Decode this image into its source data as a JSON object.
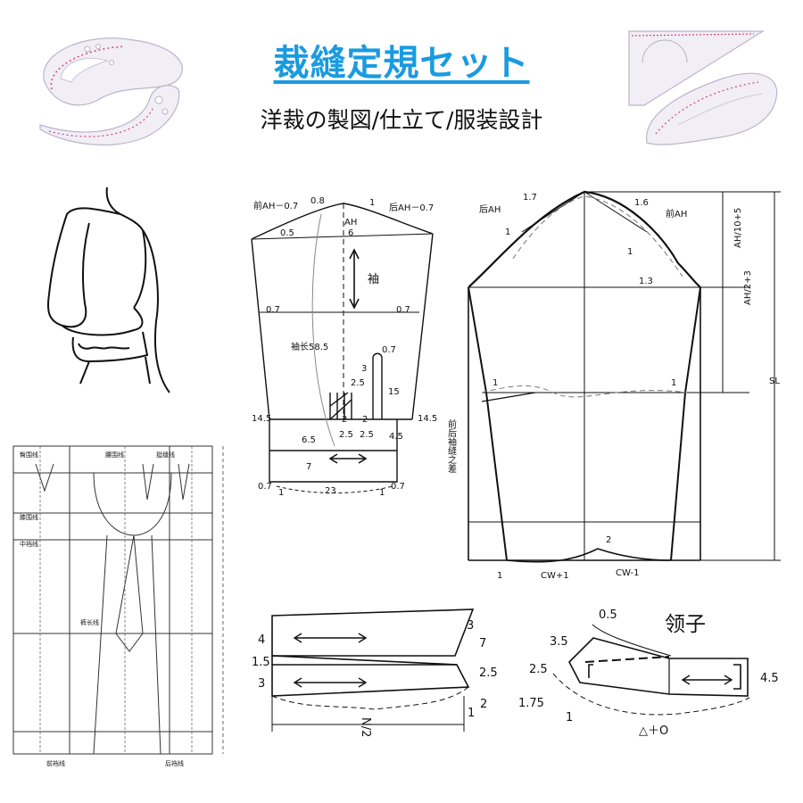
{
  "header": {
    "title": "裁縫定規セット",
    "subtitle": "洋裁の製図/仕立て/服装設計"
  },
  "sleeve_pattern": {
    "front_ah": "前AH－0.7",
    "back_ah": "后AH－0.7",
    "v_08": "0.8",
    "v_1": "1",
    "ah_marker": "AH",
    "v_6": "6",
    "v_05": "0.5",
    "sleeve_char": "袖",
    "left_07": "0.7",
    "right_07": "0.7",
    "sleeve_len": "袖长58.5",
    "p_07": "0.7",
    "p_3": "3",
    "p_25": "2.5",
    "p_15": "15",
    "l_145": "14.5",
    "r_145": "14.5",
    "p_2a": "2",
    "p_2b": "2",
    "c_25a": "2.5",
    "c_25b": "2.5",
    "c_45": "4.5",
    "c_65": "6.5",
    "c_7": "7",
    "b_07l": "0.7",
    "b_1l": "1",
    "b_23": "23",
    "b_1r": "1",
    "b_07r": "0.7"
  },
  "sleeve_draft": {
    "back_ah": "后AH",
    "front_ah": "前AH",
    "v_17": "1.7",
    "v_16": "1.6",
    "v_1a": "1",
    "v_1b": "1",
    "v_13": "1.3",
    "f1": "AH/10+5",
    "f2": "AH/2+3",
    "sl": "SL",
    "s_1l": "1",
    "s_1r": "1",
    "diff_note": "前后袖缝之差",
    "b_1": "1",
    "b_2": "2",
    "cw1": "CW+1",
    "cw2": "CW-1"
  },
  "cuff": {
    "l_4": "4",
    "l_15": "1.5",
    "l_3": "3",
    "r_3": "3",
    "r_7": "7",
    "r_25": "2.5",
    "r_1": "1",
    "r_2": "2",
    "n2": "N/2"
  },
  "collar": {
    "title": "领子",
    "v_05": "0.5",
    "v_35": "3.5",
    "v_25": "2.5",
    "v_175": "1.75",
    "v_1": "1",
    "v_45": "4.5",
    "formula": "△＋O"
  },
  "pants": {
    "labels": [
      "臀围线",
      "膝围线",
      "中裆线",
      "腰围线",
      "裤长线",
      "挺缝线",
      "前裆线",
      "后裆线"
    ]
  },
  "colors": {
    "title": "#1a9be0",
    "line": "#111111",
    "ruler_fill": "#f1eef6",
    "ruler_mark": "#d1477e"
  }
}
